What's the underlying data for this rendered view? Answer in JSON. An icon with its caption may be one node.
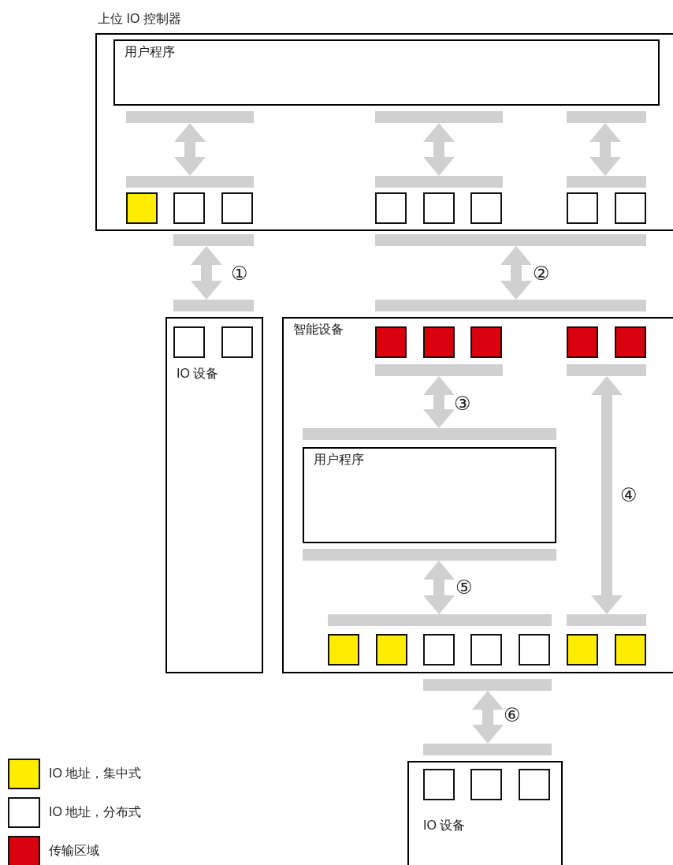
{
  "diagram": {
    "nodes": [
      {
        "text": [
          "上位 IO 控制器"
        ]
      },
      {
        "text": [
          "用户程序"
        ],
        "in": 0
      },
      {
        "text": [],
        "shape": "bar",
        "in": 0
      },
      {
        "text": [],
        "shape": "bar",
        "in": 0
      },
      {
        "text": [],
        "shape": "bar",
        "in": 0
      },
      {
        "text": [],
        "shape": "bar",
        "in": 0
      },
      {
        "text": [],
        "shape": "bar",
        "in": 0
      },
      {
        "text": [],
        "shape": "bar",
        "in": 0
      },
      {
        "text": [],
        "shape": "box",
        "in": 0
      },
      {
        "text": [],
        "shape": "box",
        "in": 0
      },
      {
        "text": [],
        "shape": "box",
        "in": 0
      },
      {
        "text": [],
        "shape": "box",
        "in": 0
      },
      {
        "text": [],
        "shape": "box",
        "in": 0
      },
      {
        "text": [],
        "shape": "box",
        "in": 0
      },
      {
        "text": [],
        "shape": "box",
        "in": 0
      },
      {
        "text": [],
        "shape": "box",
        "in": 0
      },
      {
        "text": [],
        "shape": "bar"
      },
      {
        "text": [],
        "shape": "bar"
      },
      {
        "text": [],
        "shape": "bar"
      },
      {
        "text": [],
        "shape": "bar"
      },
      {
        "text": [
          "IO 设备"
        ]
      },
      {
        "text": [],
        "shape": "box",
        "in": 20
      },
      {
        "text": [],
        "shape": "box",
        "in": 20
      },
      {
        "text": [
          "智能设备"
        ]
      },
      {
        "text": [],
        "shape": "box",
        "in": 23
      },
      {
        "text": [],
        "shape": "box",
        "in": 23
      },
      {
        "text": [],
        "shape": "box",
        "in": 23
      },
      {
        "text": [],
        "shape": "box",
        "in": 23
      },
      {
        "text": [],
        "shape": "box",
        "in": 23
      },
      {
        "text": [],
        "shape": "bar",
        "in": 23
      },
      {
        "text": [],
        "shape": "bar",
        "in": 23
      },
      {
        "text": [],
        "shape": "bar",
        "in": 23
      },
      {
        "text": [
          "用户程序"
        ],
        "in": 23
      },
      {
        "text": [],
        "shape": "bar",
        "in": 23
      },
      {
        "text": [],
        "shape": "bar",
        "in": 23
      },
      {
        "text": [],
        "shape": "bar",
        "in": 23
      },
      {
        "text": [],
        "shape": "box",
        "in": 23
      },
      {
        "text": [],
        "shape": "box",
        "in": 23
      },
      {
        "text": [],
        "shape": "box",
        "in": 23
      },
      {
        "text": [],
        "shape": "box",
        "in": 23
      },
      {
        "text": [],
        "shape": "box",
        "in": 23
      },
      {
        "text": [],
        "shape": "box",
        "in": 23
      },
      {
        "text": [],
        "shape": "box",
        "in": 23
      },
      {
        "text": [],
        "shape": "bar"
      },
      {
        "text": [],
        "shape": "bar"
      },
      {
        "text": [
          "IO 设备"
        ]
      },
      {
        "text": [],
        "shape": "box",
        "in": 45
      },
      {
        "text": [],
        "shape": "box",
        "in": 45
      },
      {
        "text": [],
        "shape": "box",
        "in": 45
      }
    ],
    "edges": [
      {
        "from": 2,
        "to": 5,
        "arrow": "both"
      },
      {
        "from": 3,
        "to": 6,
        "arrow": "both"
      },
      {
        "from": 4,
        "to": 7,
        "arrow": "both"
      },
      {
        "from": 16,
        "to": 18,
        "arrow": "both",
        "label": "①"
      },
      {
        "from": 17,
        "to": 19,
        "arrow": "both",
        "label": "②"
      },
      {
        "from": 29,
        "to": 31,
        "arrow": "both",
        "label": "③"
      },
      {
        "from": 30,
        "to": 35,
        "arrow": "both",
        "label": "④"
      },
      {
        "from": 33,
        "to": 34,
        "arrow": "both",
        "label": "⑤"
      },
      {
        "from": 43,
        "to": 44,
        "arrow": "both",
        "label": "⑥"
      }
    ],
    "legend": [
      {
        "text": "IO 地址，集中式",
        "color": "#ffed00"
      },
      {
        "text": "IO 地址，分布式",
        "color": "#ffffff"
      },
      {
        "text": "传输区域",
        "color": "#d9000d"
      }
    ]
  }
}
